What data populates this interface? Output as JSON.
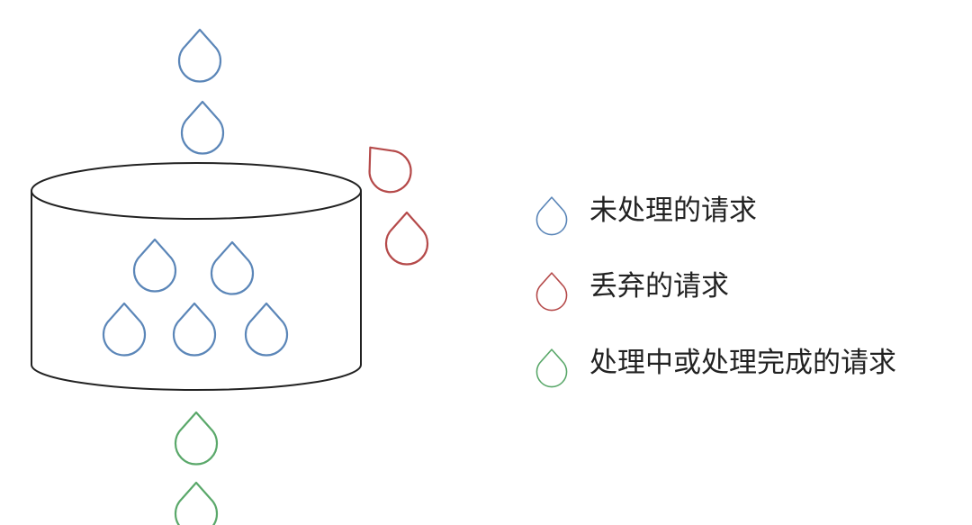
{
  "colors": {
    "unprocessed": "#5b86b8",
    "discarded": "#b54a4a",
    "processed": "#5aa86a",
    "bucket": "#222222"
  },
  "legend": [
    {
      "label": "未处理的请求",
      "color_key": "unprocessed"
    },
    {
      "label": "丢弃的请求",
      "color_key": "discarded"
    },
    {
      "label": "处理中或处理完成的请求",
      "color_key": "processed"
    }
  ]
}
